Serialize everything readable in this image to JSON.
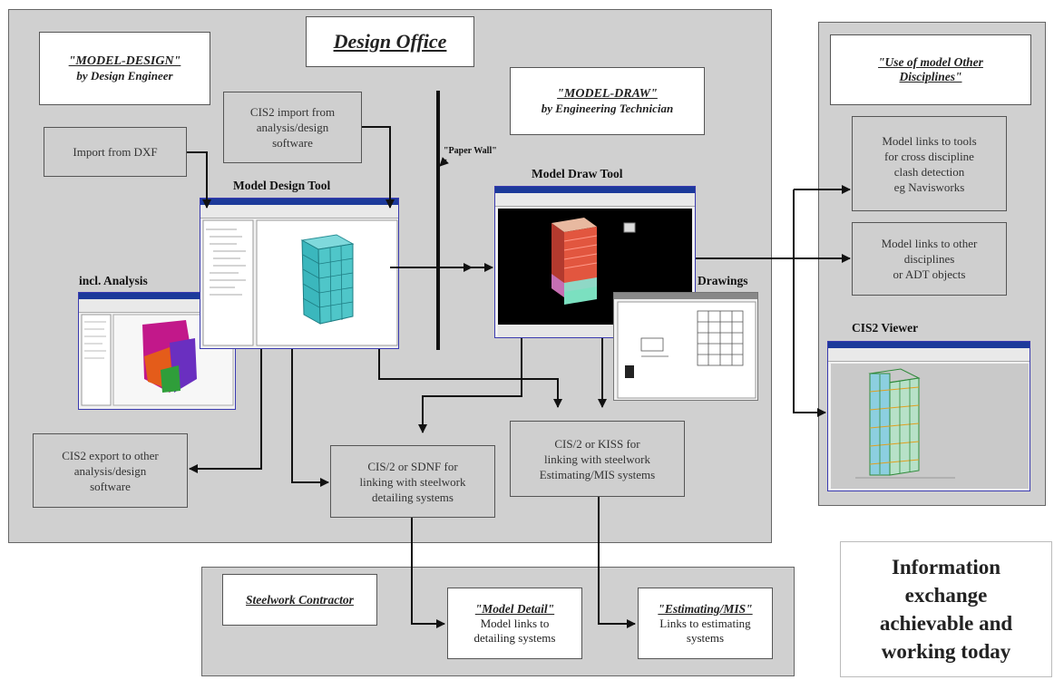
{
  "design_office": {
    "title": "Design Office",
    "model_design": {
      "title": "\"MODEL-DESIGN\"",
      "subtitle": "by Design Engineer"
    },
    "model_draw": {
      "title": "\"MODEL-DRAW\"",
      "subtitle": "by Engineering Technician"
    },
    "import_dxf": "Import from DXF",
    "cis2_import": [
      "CIS2 import from",
      "analysis/design",
      "software"
    ],
    "paper_wall": "\"Paper Wall\"",
    "model_design_tool": "Model Design Tool",
    "model_draw_tool": "Model Draw Tool",
    "incl_analysis": "incl. Analysis",
    "drawings": "Drawings",
    "cis2_export": [
      "CIS2 export to other",
      "analysis/design",
      "software"
    ],
    "sdnf": [
      "CIS/2 or SDNF for",
      "linking with steelwork",
      "detailing systems"
    ],
    "kiss": [
      "CIS/2 or KISS for",
      "linking with steelwork",
      "Estimating/MIS systems"
    ]
  },
  "other_disciplines": {
    "title": [
      "\"Use of model Other",
      "Disciplines\""
    ],
    "clash": [
      "Model links to tools",
      "for cross discipline",
      "clash detection",
      "eg Navisworks"
    ],
    "adt": [
      "Model links to other",
      "disciplines",
      "or ADT objects"
    ],
    "cis2_viewer": "CIS2 Viewer"
  },
  "steelwork": {
    "title": "Steelwork Contractor",
    "model_detail": {
      "title": "\"Model Detail\"",
      "lines": [
        "Model links to",
        "detailing systems"
      ]
    },
    "estimating": {
      "title": "\"Estimating/MIS\"",
      "lines": [
        "Links to estimating",
        "systems"
      ]
    }
  },
  "info_exchange": [
    "Information",
    "exchange",
    "achievable and",
    "working today"
  ]
}
